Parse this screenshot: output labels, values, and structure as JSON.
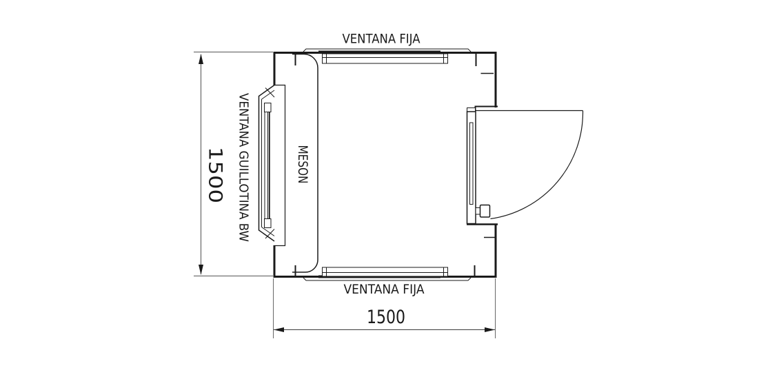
{
  "drawing": {
    "type": "floor-plan",
    "labels": {
      "top_window": "VENTANA FIJA",
      "bottom_window": "VENTANA FIJA",
      "left_window": "VENTANA GUILLOTINA BW",
      "counter": "MESON"
    },
    "dimensions": {
      "horizontal": "1500",
      "vertical": "1500"
    },
    "colors": {
      "line": "#1a1a1a",
      "dim_line": "#3a3a3a",
      "background": "#ffffff"
    }
  }
}
